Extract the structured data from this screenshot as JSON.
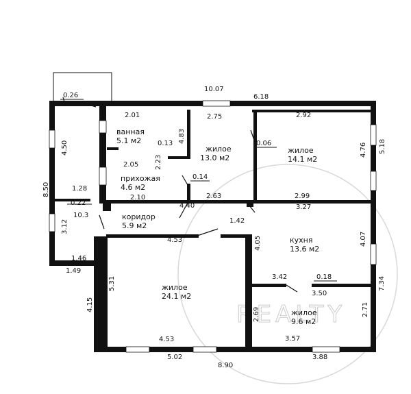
{
  "rooms": {
    "bathroom": {
      "name": "ванная",
      "area": "5.1 м2"
    },
    "hall": {
      "name": "прихожая",
      "area": "4.6 м2"
    },
    "corridor": {
      "name": "коридор",
      "area": "5.9 м2"
    },
    "living1": {
      "name": "жилое",
      "area": "13.0 м2"
    },
    "living2": {
      "name": "жилое",
      "area": "14.1 м2"
    },
    "kitchen": {
      "name": "кухня",
      "area": "13.6 м2"
    },
    "living3": {
      "name": "жилое",
      "area": "24.1 м2"
    },
    "living4": {
      "name": "жилое",
      "area": "9.6 м2"
    }
  },
  "dims": {
    "top_total": "10.07",
    "top_right": "6.18",
    "balcony_door": "0.26",
    "d_201": "2.01",
    "d_275": "2.75",
    "d_292": "2.92",
    "d_450": "4.50",
    "d_850": "8.50",
    "d_483": "4.83",
    "d_013": "0.13",
    "d_006": "0.06",
    "d_476": "4.76",
    "d_518": "5.18",
    "d_205": "2.05",
    "d_223": "2.23",
    "d_014": "0.14",
    "d_128": "1.28",
    "d_022": "0.22",
    "d_210": "2.10",
    "d_299": "2.99",
    "d_440": "4.40",
    "d_263": "2.63",
    "d_327": "3.27",
    "d_312": "3.12",
    "d_103": "10.3",
    "d_142": "1.42",
    "d_453a": "4.53",
    "d_405": "4.05",
    "d_407": "4.07",
    "d_146": "1.46",
    "d_149": "1.49",
    "d_531": "5.31",
    "d_342": "3.42",
    "d_018": "0.18",
    "d_734": "7.34",
    "d_350": "3.50",
    "d_415": "4.15",
    "d_269": "2.69",
    "d_271": "2.71",
    "d_453b": "4.53",
    "d_357": "3.57",
    "d_502": "5.02",
    "d_890": "8.90",
    "d_388": "3.88"
  },
  "watermark": "REALTY"
}
